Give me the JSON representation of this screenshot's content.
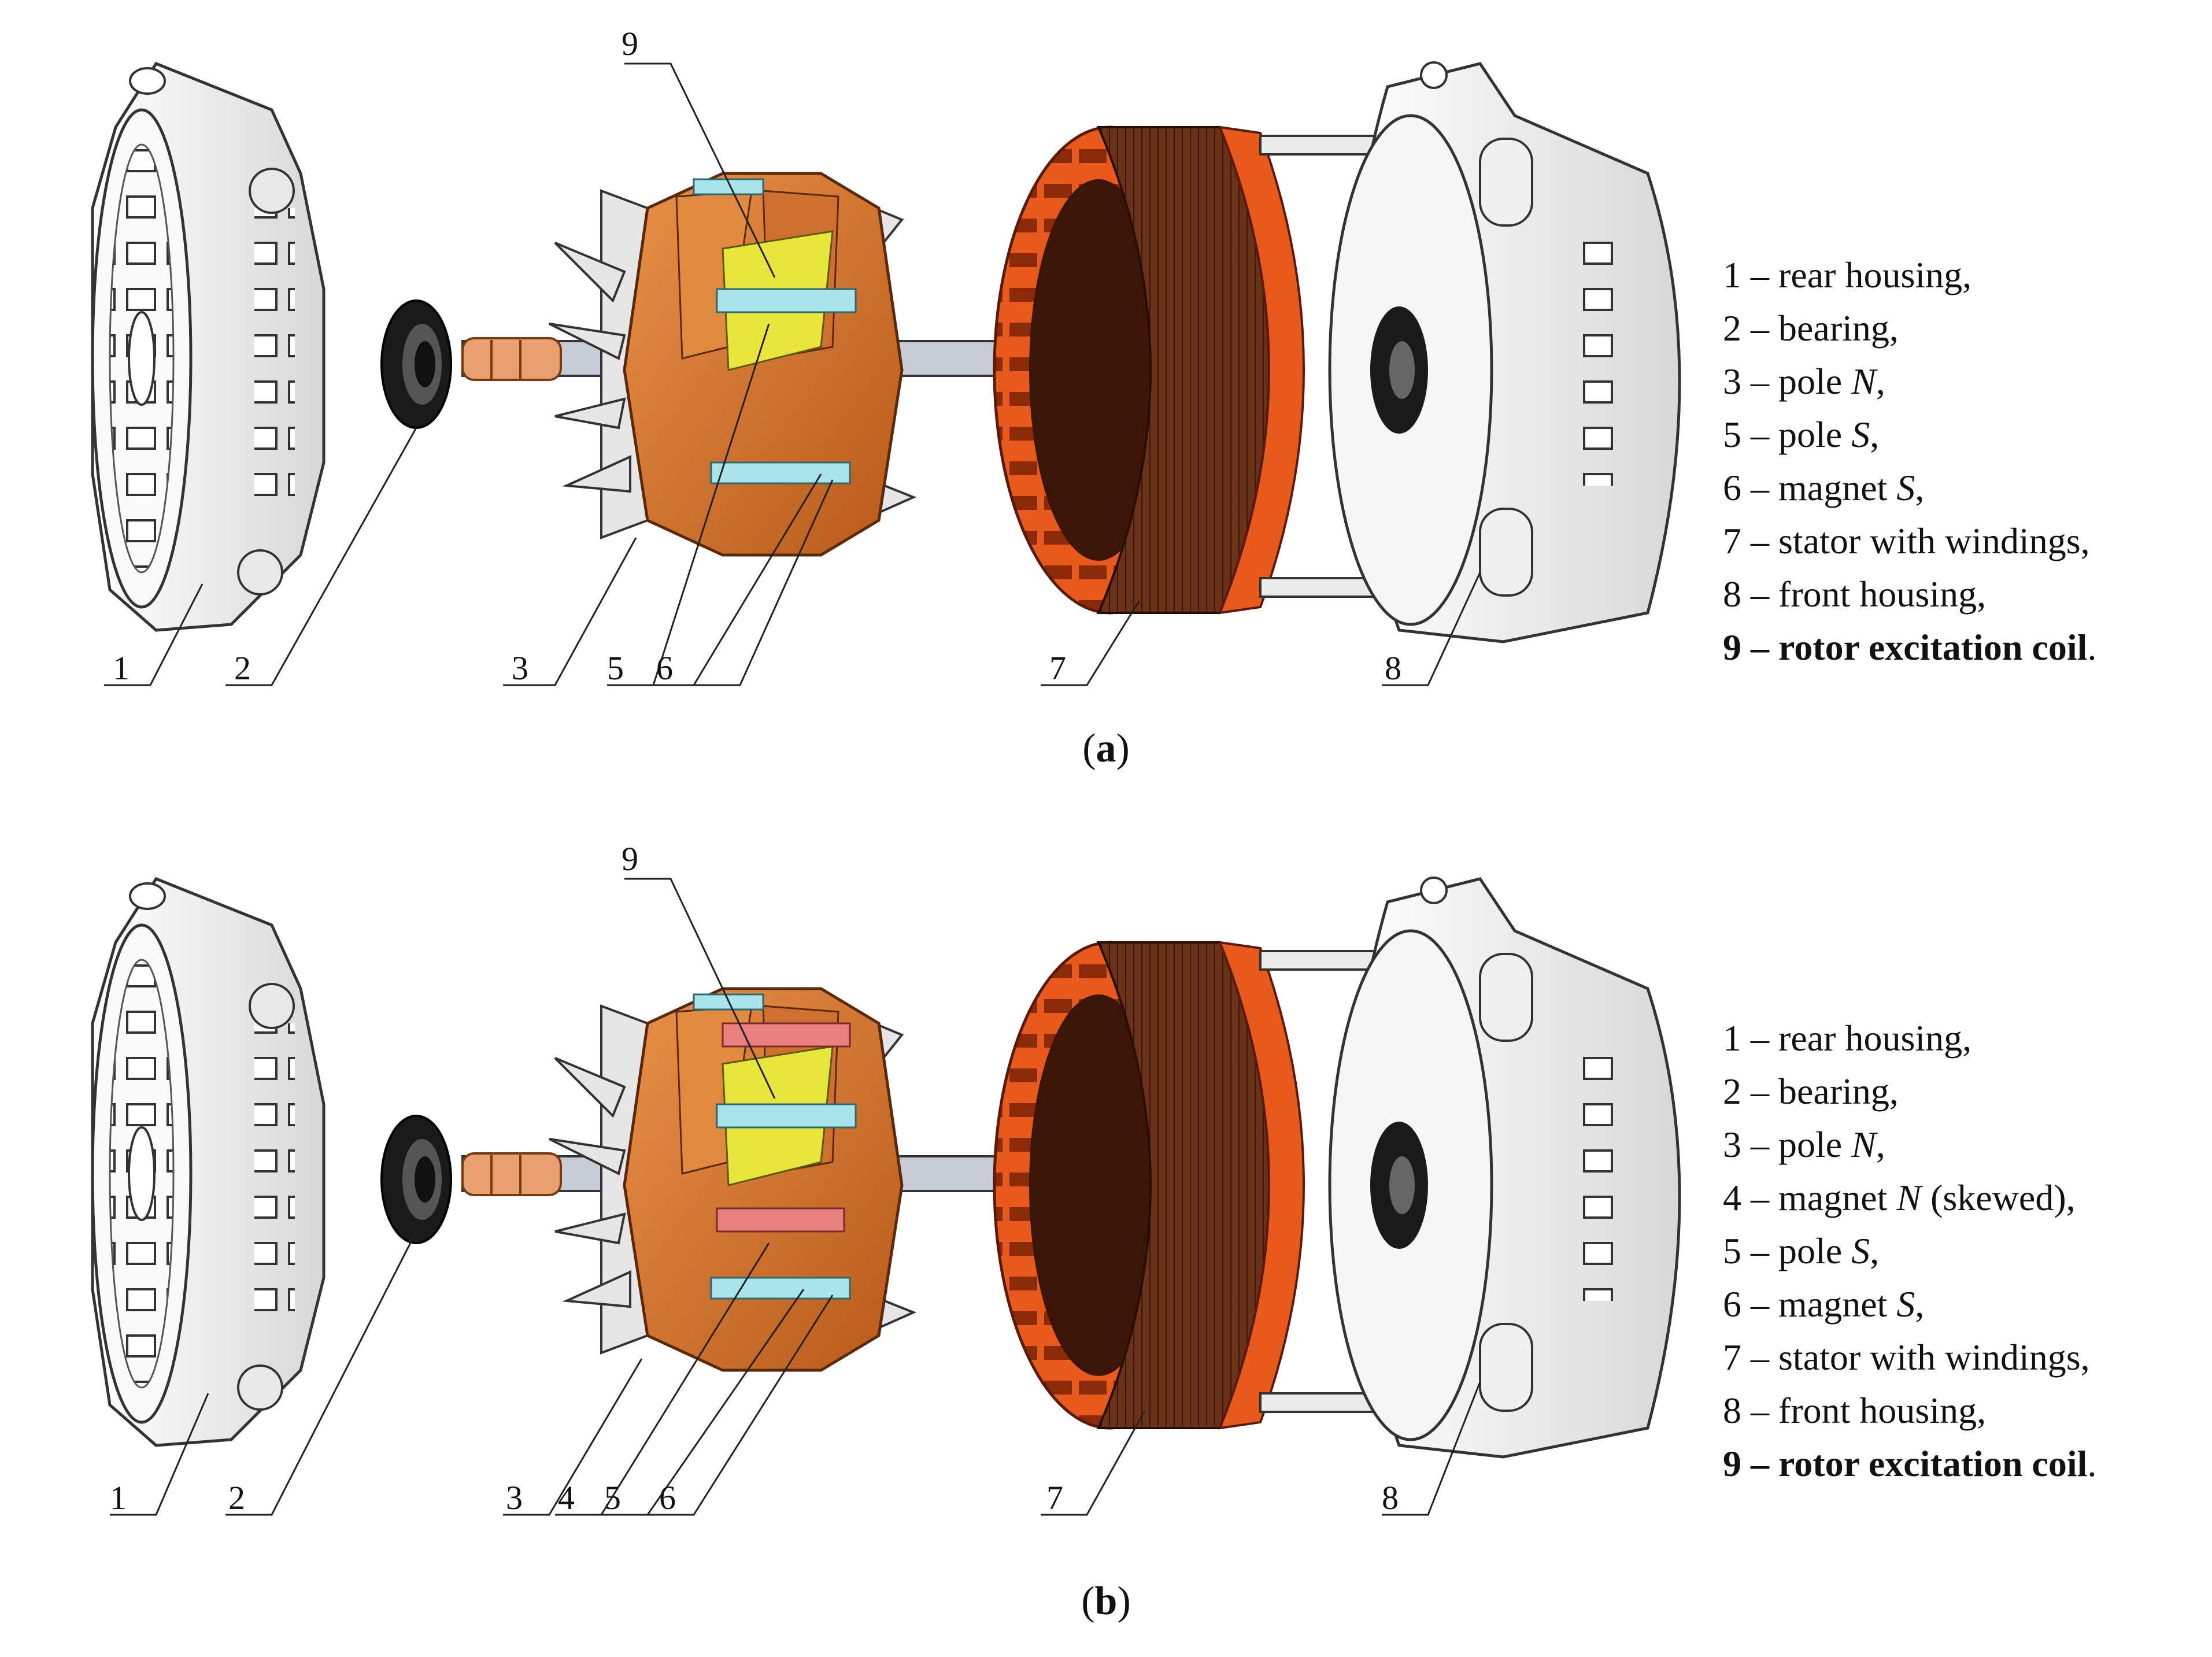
{
  "panels": [
    {
      "caption": {
        "open": "(",
        "letter": "a",
        "close": ")"
      },
      "labels": [
        "9",
        "1",
        "2",
        "3",
        "5",
        "6",
        "7",
        "8"
      ],
      "legend": [
        {
          "num": "1",
          "dash": " – ",
          "text": "rear housing,",
          "bold": false
        },
        {
          "num": "2",
          "dash": " – ",
          "text": "bearing,",
          "bold": false
        },
        {
          "num": "3",
          "dash": " – ",
          "text": "pole ",
          "ital": "N",
          "tail": ",",
          "bold": false
        },
        {
          "num": "5",
          "dash": " – ",
          "text": "pole ",
          "ital": "S",
          "tail": ",",
          "bold": false
        },
        {
          "num": "6",
          "dash": " – ",
          "text": "magnet ",
          "ital": "S",
          "tail": ",",
          "bold": false
        },
        {
          "num": "7",
          "dash": " – ",
          "text": "stator with windings,",
          "bold": false
        },
        {
          "num": "8",
          "dash": " – ",
          "text": "front housing,",
          "bold": false
        },
        {
          "num": "9",
          "dash": " – ",
          "text": "rotor excitation coil",
          "tail": ".",
          "bold": true
        }
      ]
    },
    {
      "caption": {
        "open": "(",
        "letter": "b",
        "close": ")"
      },
      "labels": [
        "9",
        "1",
        "2",
        "3",
        "4",
        "5",
        "6",
        "7",
        "8"
      ],
      "legend": [
        {
          "num": "1",
          "dash": " – ",
          "text": "rear housing,",
          "bold": false
        },
        {
          "num": "2",
          "dash": " – ",
          "text": "bearing,",
          "bold": false
        },
        {
          "num": "3",
          "dash": " – ",
          "text": "pole ",
          "ital": "N",
          "tail": ",",
          "bold": false
        },
        {
          "num": "4",
          "dash": " – ",
          "text": "magnet ",
          "ital": "N",
          "tail": " (skewed),",
          "bold": false
        },
        {
          "num": "5",
          "dash": " – ",
          "text": "pole ",
          "ital": "S",
          "tail": ",",
          "bold": false
        },
        {
          "num": "6",
          "dash": " – ",
          "text": "magnet ",
          "ital": "S",
          "tail": ",",
          "bold": false
        },
        {
          "num": "7",
          "dash": " – ",
          "text": "stator with windings,",
          "bold": false
        },
        {
          "num": "8",
          "dash": " – ",
          "text": "front housing,",
          "bold": false
        },
        {
          "num": "9",
          "dash": " – ",
          "text": "rotor excitation coil",
          "tail": ".",
          "bold": true
        }
      ]
    }
  ],
  "colors": {
    "housing": "#f2f2f2",
    "housing_edge": "#333333",
    "bearing": "#1a1a1a",
    "rotor_claw": "#d9772e",
    "magnet_s": "#a8e4ea",
    "magnet_n": "#e98080",
    "coil": "#e8e63a",
    "stator_core": "#5a2a12",
    "stator_teeth": "#e85a1c",
    "slip_ring": "#e8a070",
    "shaft": "#c8ccd6"
  }
}
